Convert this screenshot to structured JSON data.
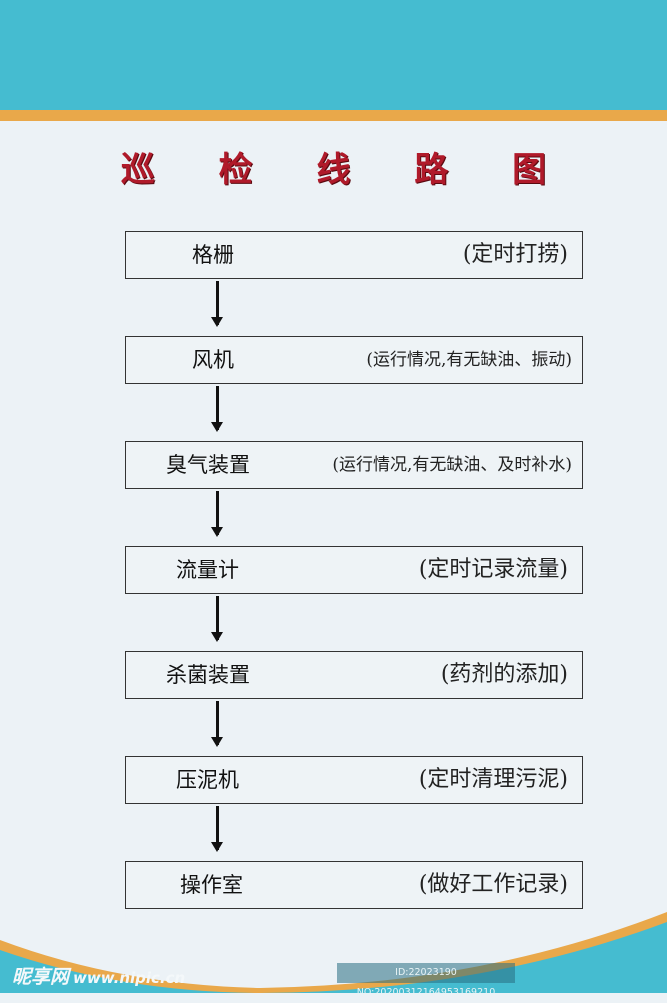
{
  "title": "巡 检 线 路 图",
  "steps": [
    {
      "label": "格栅",
      "note": "(定时打捞)"
    },
    {
      "label": "风机",
      "note": "(运行情况,有无缺油、振动)"
    },
    {
      "label": "臭气装置",
      "note": "(运行情况,有无缺油、及时补水)"
    },
    {
      "label": "流量计",
      "note": "(定时记录流量)"
    },
    {
      "label": "杀菌装置",
      "note": "(药剂的添加)"
    },
    {
      "label": "压泥机",
      "note": "(定时清理污泥)"
    },
    {
      "label": "操作室",
      "note": "(做好工作记录)"
    }
  ],
  "watermark": {
    "logo": "昵享网",
    "site": "www.nipic.cn",
    "id": "ID:22023190 NO:20200312164953169210"
  },
  "colors": {
    "teal": "#45bcd0",
    "orange": "#e9a84a",
    "title": "#b01a2a",
    "background": "#ecf2f6"
  }
}
